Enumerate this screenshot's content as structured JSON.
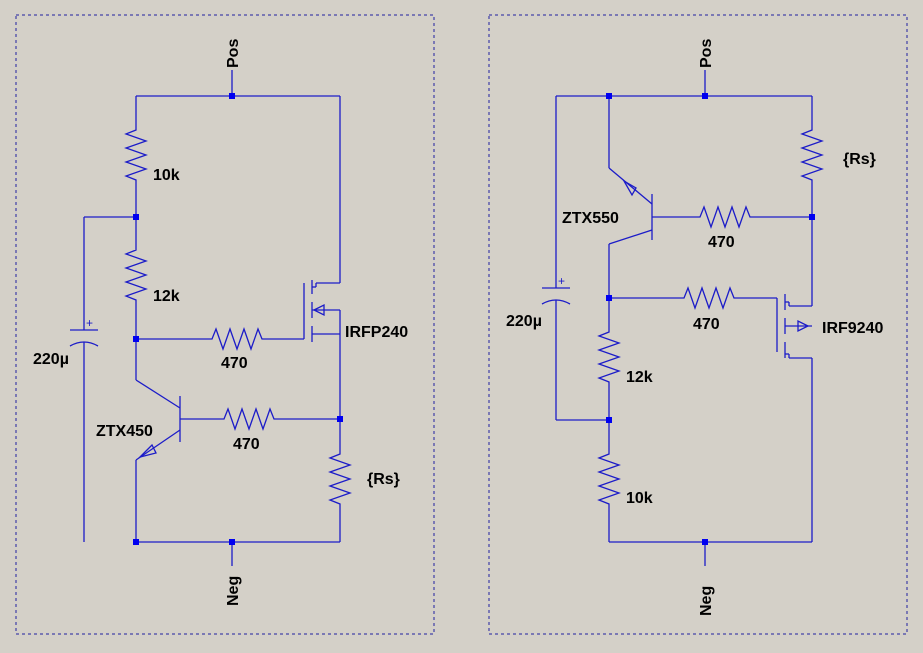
{
  "colors": {
    "background": "#d4d0c8",
    "wire": "#1c1cc8",
    "node": "#0000f0",
    "text": "#000000"
  },
  "left_circuit": {
    "pos_label": "Pos",
    "neg_label": "Neg",
    "r_top": "10k",
    "r_mid": "12k",
    "r_gate": "470",
    "r_base": "470",
    "r_sense": "{Rs}",
    "cap": "220µ",
    "cap_polarity": "+",
    "mosfet": "IRFP240",
    "transistor": "ZTX450"
  },
  "right_circuit": {
    "pos_label": "Pos",
    "neg_label": "Neg",
    "r_sense": "{Rs}",
    "r_base": "470",
    "r_gate": "470",
    "r_mid": "12k",
    "r_bottom": "10k",
    "cap": "220µ",
    "cap_polarity": "+",
    "mosfet": "IRF9240",
    "transistor": "ZTX550"
  }
}
